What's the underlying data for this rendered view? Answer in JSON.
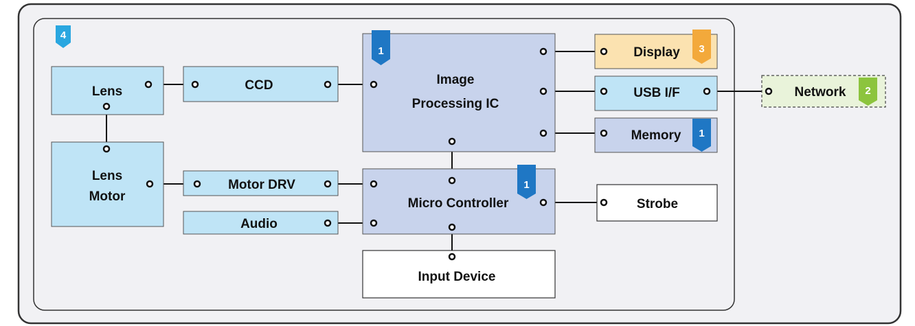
{
  "colors": {
    "outer_frame_fill": "#f1f1f4",
    "outer_frame_stroke": "#333333",
    "light_blue_block": "#bfe4f6",
    "purple_block": "#c8d3ec",
    "display_block": "#fbe2b0",
    "network_block": "#e9f3da",
    "white_block": "#ffffff",
    "badge_blue": "#1f77c4",
    "badge_cyan": "#2aa7e0",
    "badge_orange": "#f3a93b",
    "badge_green": "#8cc43d"
  },
  "blocks": {
    "lens": "Lens",
    "ccd": "CCD",
    "image_ic_line1": "Image",
    "image_ic_line2": "Processing IC",
    "display": "Display",
    "usb": "USB I/F",
    "network": "Network",
    "memory": "Memory",
    "lens_motor_line1": "Lens",
    "lens_motor_line2": "Motor",
    "motor_drv": "Motor DRV",
    "micro_controller": "Micro Controller",
    "strobe": "Strobe",
    "audio": "Audio",
    "input_device": "Input Device"
  },
  "badges": {
    "frame": "4",
    "image_ic": "1",
    "display": "3",
    "network": "2",
    "memory": "1",
    "micro_controller": "1"
  }
}
